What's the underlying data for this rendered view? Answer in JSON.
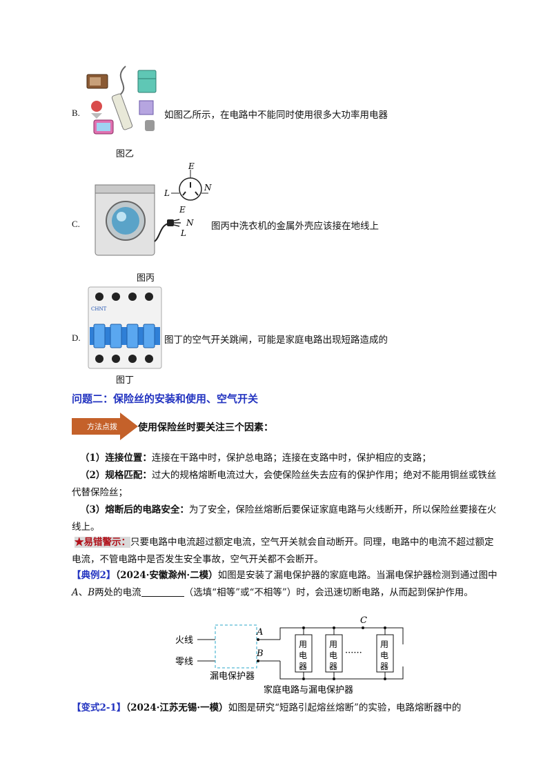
{
  "options": [
    {
      "letter": "B.",
      "text": "如图乙所示，在电路中不能同时使用很多大功率用电器",
      "caption": "图乙"
    },
    {
      "letter": "C.",
      "text": "图丙中洗衣机的金属外壳应该接在地线上",
      "caption": "图丙"
    },
    {
      "letter": "D.",
      "text": "图丁的空气开关跳闸，可能是家庭电路出现短路造成的",
      "caption": "图丁"
    }
  ],
  "socket_labels": {
    "e": "E",
    "l": "L",
    "n": "N"
  },
  "plug_labels": {
    "e": "E",
    "n": "N",
    "l": "L"
  },
  "breaker_brand": "CHNT",
  "section_heading": "问题二：保险丝的安装和使用、空气开关",
  "method": {
    "badge": "方法点拨",
    "title": "使用保险丝时要关注三个因素："
  },
  "points": [
    {
      "label": "（1）连接位置：",
      "text": "连接在干路中时，保护总电路；连接在支路中时，保护相应的支路；"
    },
    {
      "label": "（2）规格匹配：",
      "text": "过大的规格熔断电流过大，会使保险丝失去应有的保护作用；绝对不能用铜丝或铁丝代替保险丝；"
    },
    {
      "label": "（3）熔断后的电路安全：",
      "text": "为了安全，保险丝熔断后要保证家庭电路与火线断开，所以保险丝要接在火线上。"
    }
  ],
  "warning": {
    "label": "★易错警示：",
    "text": "只要电路中电流超过额定电流，空气开关就会自动断开。同理，电路中的电流不超过额定电流，不管电路中是否发生安全事故，空气开关都不会断开。"
  },
  "example2": {
    "tag": "【典例2】",
    "source": "（2024·安徽滁州·二模）",
    "text_before": "如图是安装了漏电保护器的家庭电路。当漏电保护器检测到通过图中",
    "point_a": "A",
    "sep": "、",
    "point_b": "B",
    "text_mid": "两处的电流",
    "text_after": "（选填“相等”或“不相等”）时，会迅速切断电路，从而起到保护作用。"
  },
  "circuit": {
    "live": "火线",
    "neutral": "零线",
    "protector": "漏电保护器",
    "a": "A",
    "b": "B",
    "c": "C",
    "appliance_chars": [
      "用",
      "电",
      "器"
    ],
    "dots": "······",
    "caption": "家庭电路与漏电保护器"
  },
  "variant": {
    "tag": "【变式2-1】",
    "source": "（2024·江苏无锡·一模）",
    "text": "如图是研究“短路引起熔丝熔断”的实验，电路熔断器中的"
  }
}
